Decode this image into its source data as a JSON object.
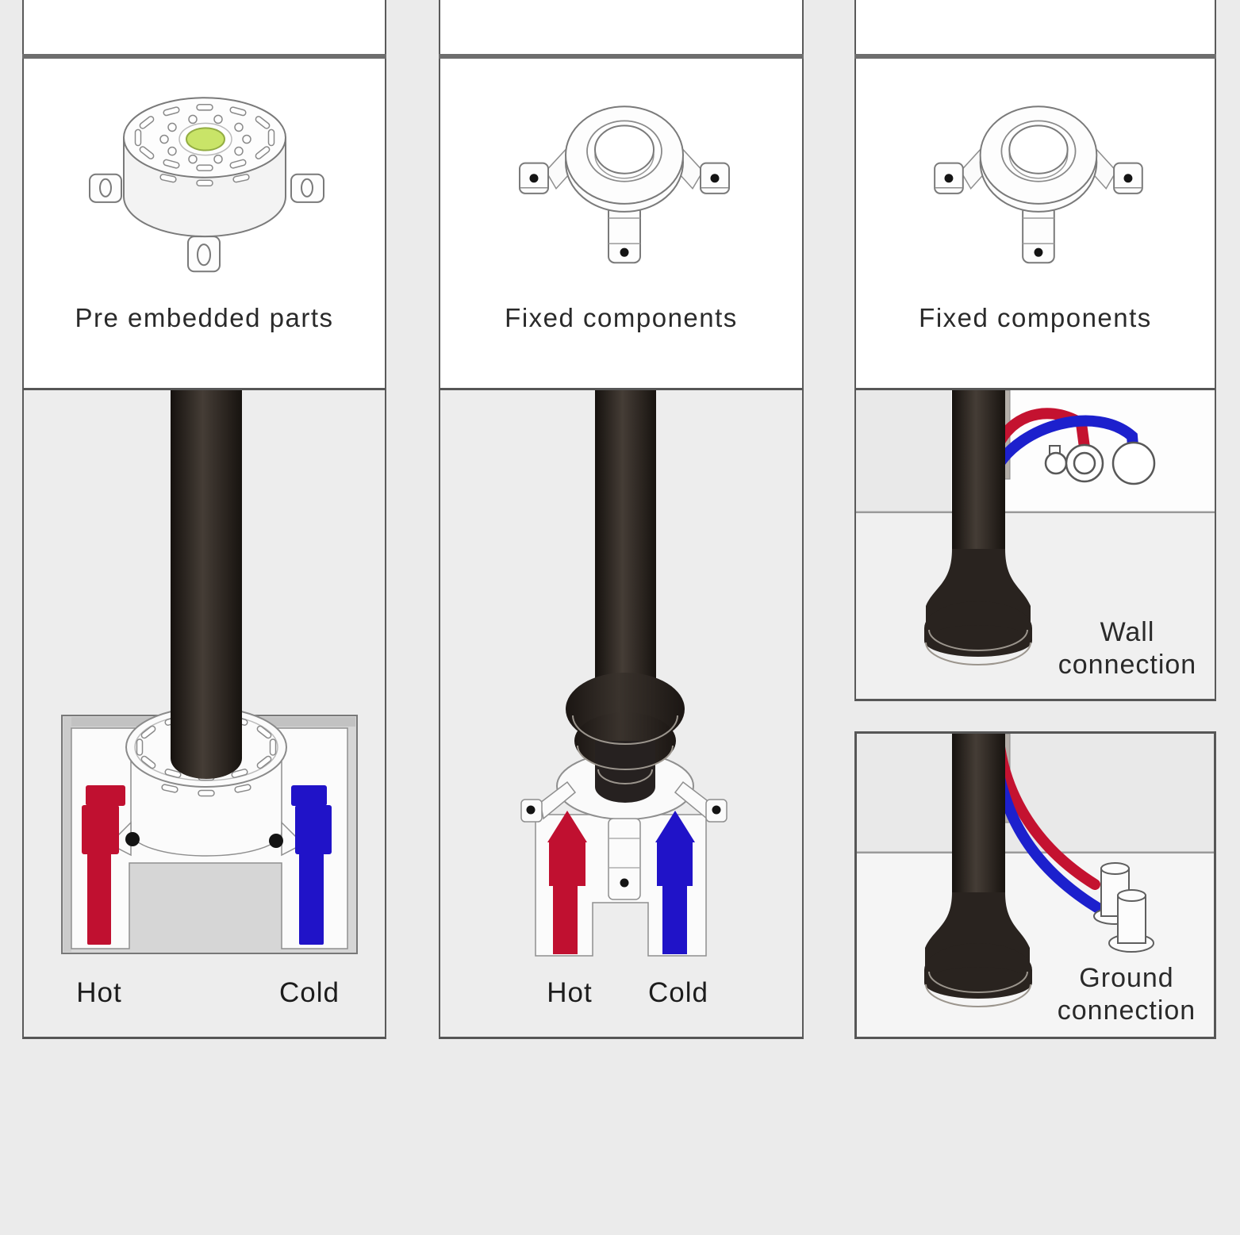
{
  "colors": {
    "hot": "#c01030",
    "cold": "#2013c8",
    "pipe_dark": "#2b2520",
    "panel_border": "#5a5a5a",
    "indicator_green": "#c9e468"
  },
  "columns": [
    {
      "title": "Pre embedded parts",
      "illustration": "pre-embedded-disc",
      "labels": {
        "hot": "Hot",
        "cold": "Cold"
      }
    },
    {
      "title": "Fixed components",
      "illustration": "fixed-component-flange",
      "labels": {
        "hot": "Hot",
        "cold": "Cold"
      }
    },
    {
      "title": "Fixed components",
      "illustration": "fixed-component-flange",
      "panels": {
        "wall": "Wall connection",
        "ground": "Ground connection"
      }
    }
  ]
}
